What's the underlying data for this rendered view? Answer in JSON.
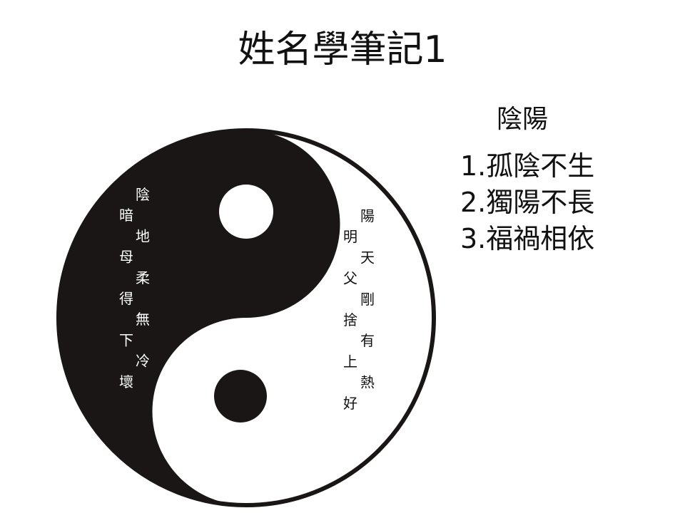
{
  "title": "姓名學筆記1",
  "subtitle": "陰陽",
  "points": [
    "1.孤陰不生",
    "2.獨陽不長",
    "3.福禍相依"
  ],
  "yin_text": [
    "陰",
    "暗",
    "地",
    "母",
    "柔",
    "得",
    "無",
    "下",
    "冷",
    "壞"
  ],
  "yang_text": [
    "陽",
    "明",
    "天",
    "父",
    "剛",
    "捨",
    "有",
    "上",
    "熱",
    "好"
  ]
}
